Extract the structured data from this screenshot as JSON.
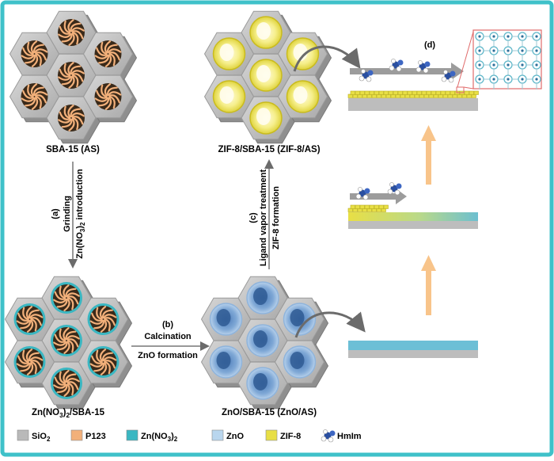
{
  "labels": {
    "sba_as": "SBA-15 (AS)",
    "zif_sba": "ZIF-8/SBA-15 (ZIF-8/AS)",
    "zn_sba_pre": "Zn(NO",
    "zn_sba_sub": "3",
    "zn_sba_post": ")",
    "zn_sba_sub2": "2",
    "zn_sba_tail": "/SBA-15",
    "zno_sba": "ZnO/SBA-15 (ZnO/AS)"
  },
  "steps": {
    "a": {
      "tag": "(a)",
      "line1": "Grinding",
      "line2_pre": "Zn(NO",
      "line2_sub": "3",
      "line2_mid": ")",
      "line2_sub2": "2",
      "line2_post": " introduction"
    },
    "b": {
      "tag": "(b)",
      "line1": "Calcination",
      "line2": "ZnO formation"
    },
    "c": {
      "tag": "(c)",
      "line1": "Ligand vapor treatment",
      "line2": "ZIF-8 formation"
    },
    "d": {
      "tag": "(d)"
    }
  },
  "legend": [
    {
      "key": "sio2",
      "pre": "SiO",
      "sub": "2",
      "post": "",
      "color": "#b9b9b9"
    },
    {
      "key": "p123",
      "pre": "P123",
      "sub": "",
      "post": "",
      "color": "#f2b07a"
    },
    {
      "key": "znno3",
      "pre": "Zn(NO",
      "sub": "3",
      "post": ")",
      "sub2": "2",
      "color": "#3ab7c2"
    },
    {
      "key": "zno",
      "pre": "ZnO",
      "sub": "",
      "post": "",
      "color": "#b9d6ee"
    },
    {
      "key": "zif8",
      "pre": "ZIF-8",
      "sub": "",
      "post": "",
      "color": "#e8df45"
    },
    {
      "key": "hmim",
      "pre": "HmIm",
      "sub": "",
      "post": "",
      "color": "#2a4fa0"
    }
  ],
  "colors": {
    "frame": "#3fc1c9",
    "sio2": "#b9b9b9",
    "p123": "#f2b07a",
    "znno3": "#3ab7c2",
    "zno": "#b9d6ee",
    "zif8": "#e8df45",
    "arrow_orange": "#f8c48a",
    "arrow_gray": "#8a8a8a"
  }
}
